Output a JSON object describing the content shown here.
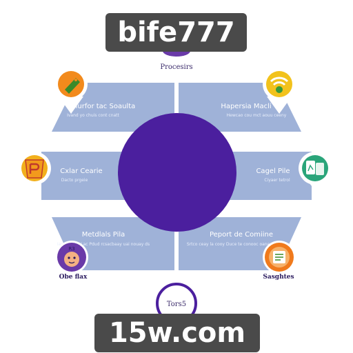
{
  "watermarks": {
    "top": "bife777",
    "bottom": "15w.com"
  },
  "diagram": {
    "top_label": "Procesirs",
    "bottom_label": "Tors5",
    "hub_color": "#4b1f9e",
    "panel_color": "#9fb2d8",
    "panels": [
      {
        "title": "Murfor tac Soaulta",
        "subtitle": "Ivand yo chuis cont cnatt",
        "icon": "tag-icon",
        "icon_color": "#f28a1c"
      },
      {
        "title": "Hapersia Macli",
        "subtitle": "Hewcao cou mct aouu ceeny",
        "icon": "wifi-icon",
        "icon_color": "#f2c21c"
      },
      {
        "title": "Cxlar Cearie",
        "subtitle": "Dacto prgeie",
        "icon": "badge-icon",
        "icon_color": "#f2b01c"
      },
      {
        "title": "Cagel Pile",
        "subtitle": "Ciyaer tetrol",
        "icon": "tablet-icon",
        "icon_color": "#2aa57a"
      },
      {
        "title": "Metdlals Pila",
        "subtitle": "Iasoaor tot Lac Pdud rcsacbaay uai nouay ds",
        "icon": "avatar-icon",
        "icon_color": "#6a3aa8"
      },
      {
        "title": "Peport de Comiine",
        "subtitle": "Srtco ceay la cooy Duce te conooc oanes Ciaooty",
        "icon": "chart-icon",
        "icon_color": "#f07a1c"
      }
    ],
    "badges": {
      "bottom_left": "Obe flax",
      "bottom_right": "Sasghtes"
    }
  }
}
